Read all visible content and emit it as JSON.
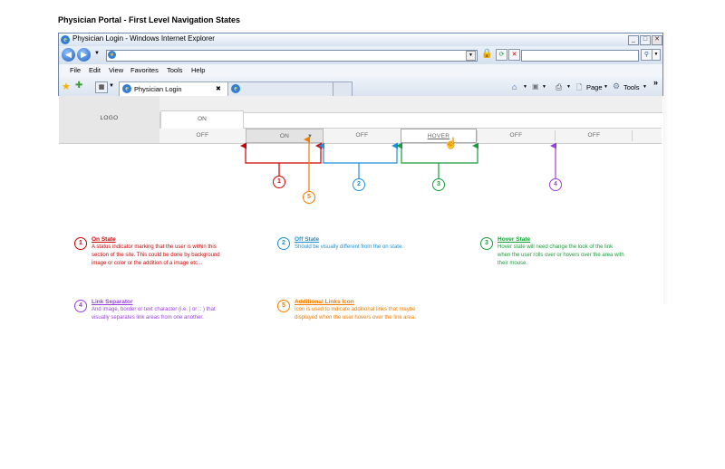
{
  "page_title": "Physician Portal - First Level Navigation States",
  "browser": {
    "window_title": "Physician Login - Windows Internet Explorer",
    "address_value": "",
    "menu": [
      "File",
      "Edit",
      "View",
      "Favorites",
      "Tools",
      "Help"
    ],
    "tab_title": "Physician Login",
    "tab_close": "✖",
    "toolbar_page": "Page",
    "toolbar_tools": "Tools",
    "overflow": "»",
    "icons": [
      "ie-icon",
      "back-icon",
      "forward-icon",
      "refresh-icon",
      "stop-icon",
      "search-icon",
      "favorites-star-icon",
      "add-favorites-icon",
      "home-icon",
      "feeds-icon",
      "print-icon"
    ]
  },
  "site": {
    "logo": "LOGO",
    "on_tab": "ON",
    "nav": [
      "OFF",
      "ON",
      "OFF",
      "HOVER",
      "OFF",
      "OFF"
    ],
    "more_icon": "▼"
  },
  "callouts": [
    {
      "num": "1",
      "color": "#cc0000"
    },
    {
      "num": "5",
      "color": "#f07c00"
    },
    {
      "num": "2",
      "color": "#1e8fd8"
    },
    {
      "num": "3",
      "color": "#1a9b3a"
    },
    {
      "num": "4",
      "color": "#9a3ee0"
    }
  ],
  "legend": [
    {
      "num": "1",
      "title": "On State",
      "color": "#cc0000",
      "lines": [
        "A status indicator marking that the user is within this",
        "section of the site. This could be done by background",
        "image or color or the addition of a image etc..."
      ]
    },
    {
      "num": "2",
      "title": "Off State",
      "color": "#1e8fd8",
      "lines": [
        "Should be visually different from the on state."
      ]
    },
    {
      "num": "3",
      "title": "Hover State",
      "color": "#1a9b3a",
      "lines": [
        "Hover state will need change the look of the link",
        "when the user rolls over or hovers over the area with",
        "their mouse."
      ]
    },
    {
      "num": "4",
      "title": "Link Separator",
      "color": "#9a3ee0",
      "lines": [
        "And image, border or text character (i.e. | or :: ) that",
        "visually separates link areas from one another."
      ]
    },
    {
      "num": "5",
      "title": "Additional Links Icon",
      "color": "#f07c00",
      "lines": [
        "Icon is used to indicate additional links that maybe",
        "displayed when the user hovers over the link area."
      ]
    }
  ]
}
